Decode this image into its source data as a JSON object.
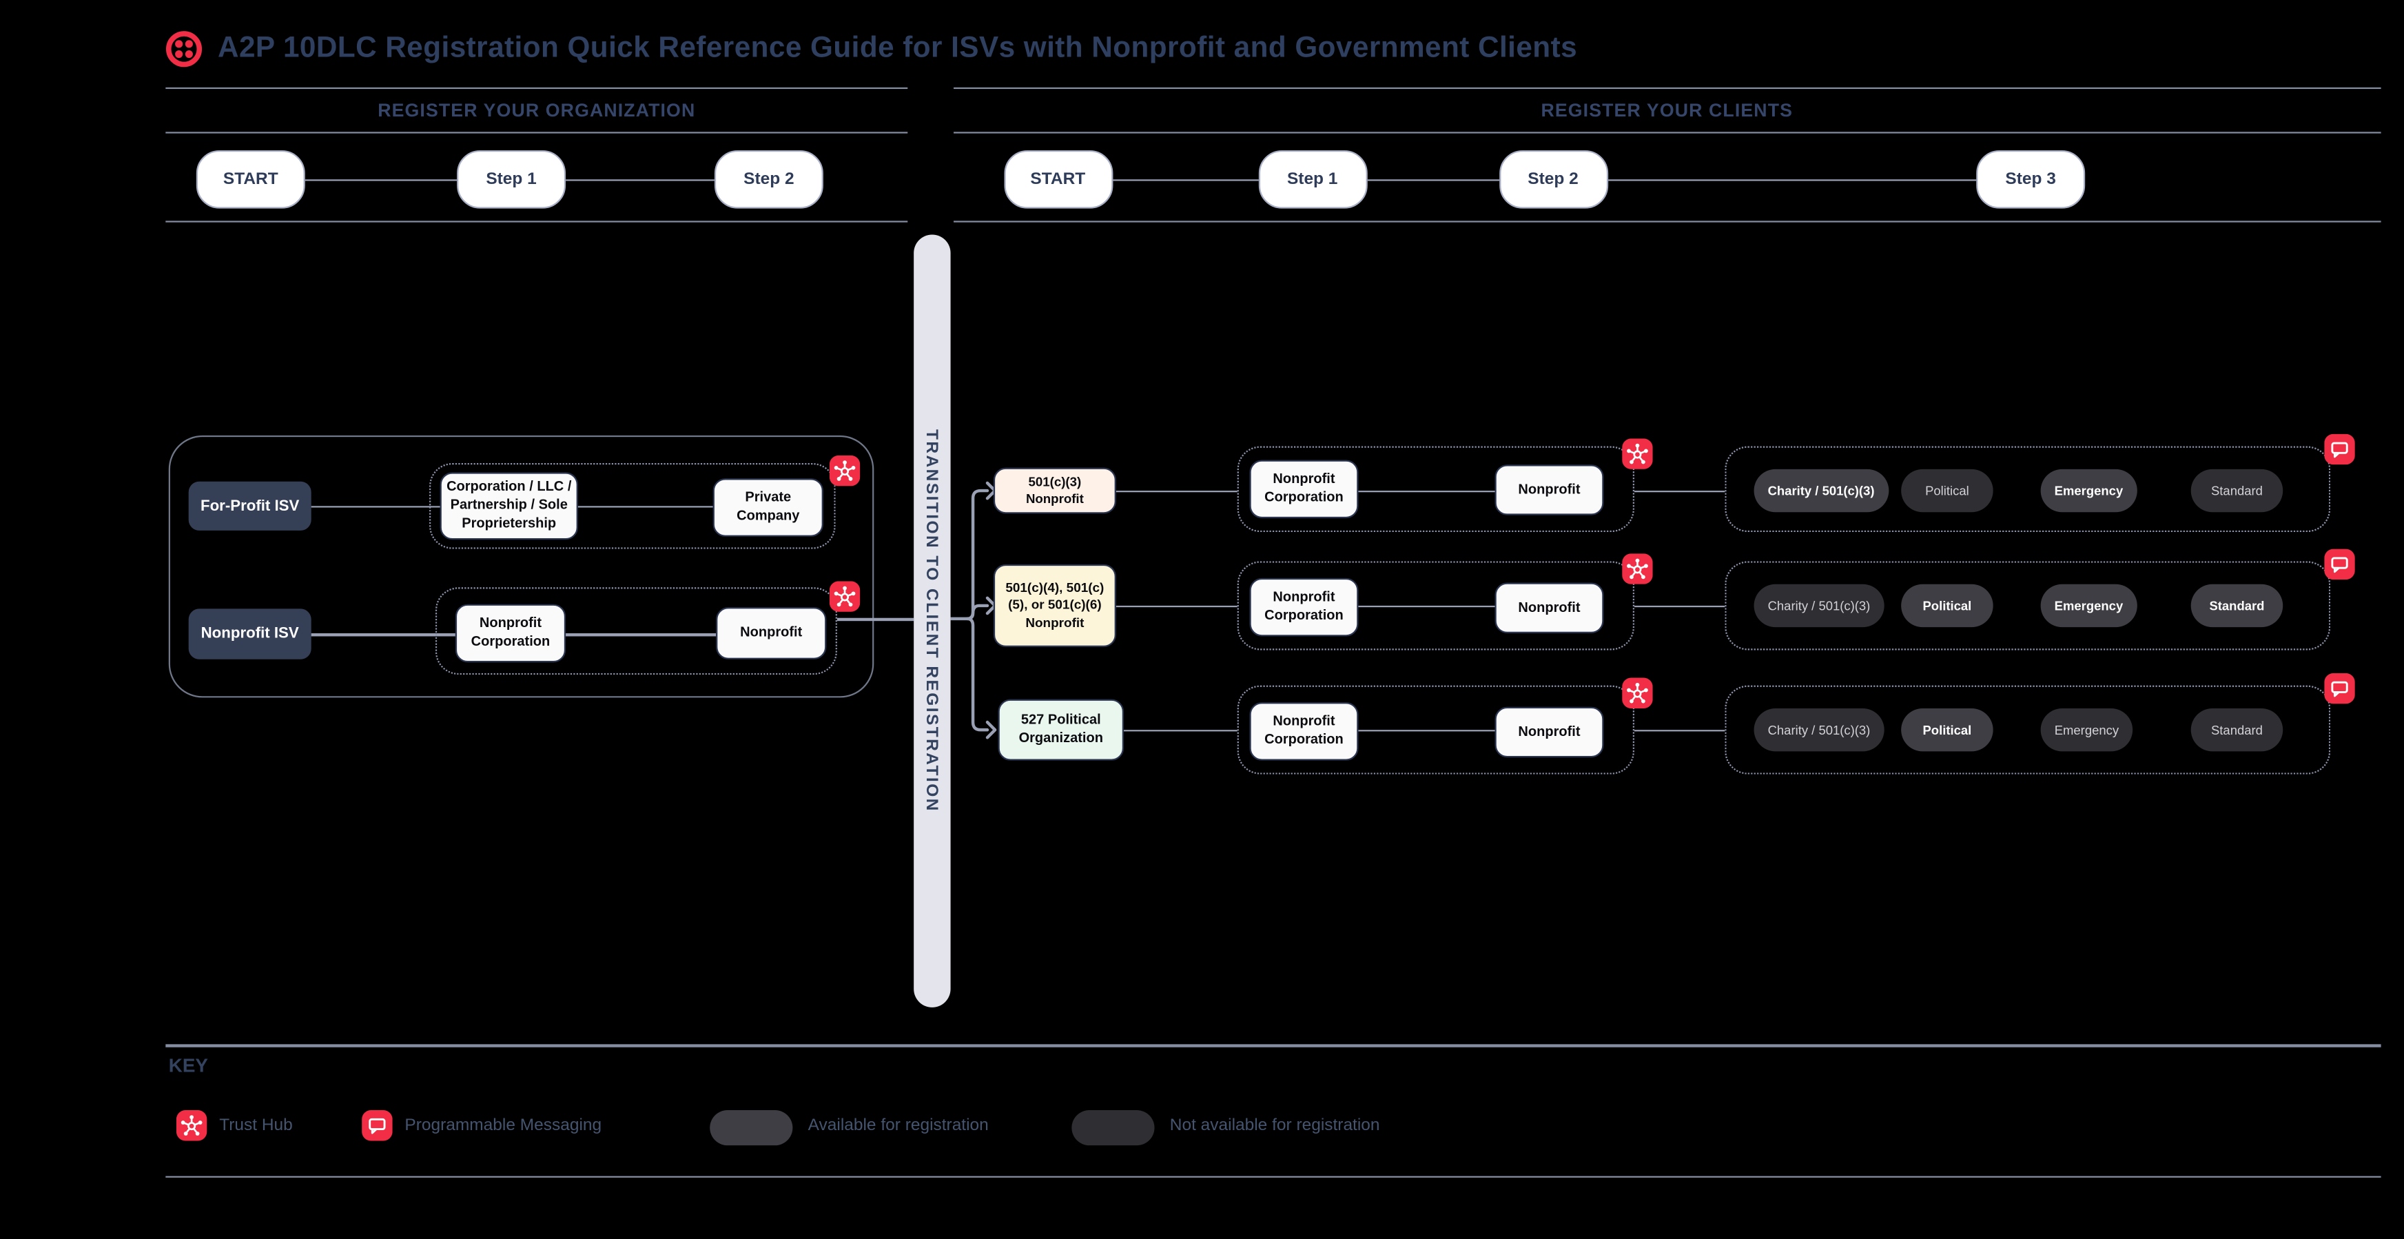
{
  "title": "A2P 10DLC Registration Quick Reference Guide for ISVs with Nonprofit and Government Clients",
  "sections": {
    "org": {
      "header": "REGISTER YOUR ORGANIZATION",
      "steps": [
        "START",
        "Step 1",
        "Step 2"
      ]
    },
    "clients": {
      "header": "REGISTER YOUR CLIENTS",
      "steps": [
        "START",
        "Step 1",
        "Step 2",
        "Step 3"
      ]
    }
  },
  "org_flow": {
    "rows": [
      {
        "entity": "For-Profit ISV",
        "business_type": "Corporation / LLC / Partnership / Sole Proprietership",
        "profile": "Private Company"
      },
      {
        "entity": "Nonprofit ISV",
        "business_type": "Nonprofit Corporation",
        "profile": "Nonprofit"
      }
    ]
  },
  "transition": {
    "label": "TRANSITION TO CLIENT REGISTRATION"
  },
  "client_flow": {
    "rows": [
      {
        "client_type": "501(c)(3) Nonprofit",
        "fill": "#fdf1e8",
        "business_type": "Nonprofit Corporation",
        "profile": "Nonprofit",
        "campaigns": [
          {
            "label": "Charity / 501(c)(3)",
            "available": true
          },
          {
            "label": "Political",
            "available": false
          },
          {
            "label": "Emergency",
            "available": true
          },
          {
            "label": "Standard",
            "available": false
          }
        ]
      },
      {
        "client_type": "501(c)(4), 501(c)(5), or 501(c)(6) Nonprofit",
        "fill": "#fcf5d9",
        "business_type": "Nonprofit Corporation",
        "profile": "Nonprofit",
        "campaigns": [
          {
            "label": "Charity / 501(c)(3)",
            "available": false
          },
          {
            "label": "Political",
            "available": true
          },
          {
            "label": "Emergency",
            "available": true
          },
          {
            "label": "Standard",
            "available": true
          }
        ]
      },
      {
        "client_type": "527 Political Organization",
        "fill": "#e9f7ef",
        "business_type": "Nonprofit Corporation",
        "profile": "Nonprofit",
        "campaigns": [
          {
            "label": "Charity / 501(c)(3)",
            "available": false
          },
          {
            "label": "Political",
            "available": true
          },
          {
            "label": "Emergency",
            "available": false
          },
          {
            "label": "Standard",
            "available": false
          }
        ]
      }
    ]
  },
  "key": {
    "heading": "KEY",
    "items": [
      {
        "icon": "trust-hub-icon",
        "label": "Trust Hub"
      },
      {
        "icon": "programmable-messaging-icon",
        "label": "Programmable Messaging"
      },
      {
        "swatch": "available",
        "label": "Available for registration"
      },
      {
        "swatch": "not-available",
        "label": "Not available for registration"
      }
    ]
  },
  "colors": {
    "background": "#000000",
    "accent_red": "#f12e45",
    "title_navy": "#2f3f60",
    "available_pill": "#3e3e44",
    "not_available_pill": "#2e2e33",
    "row1_fill": "#fdf1e8",
    "row2_fill": "#fcf5d9",
    "row3_fill": "#e9f7ef",
    "transition_bar": "#e4e4ec"
  }
}
